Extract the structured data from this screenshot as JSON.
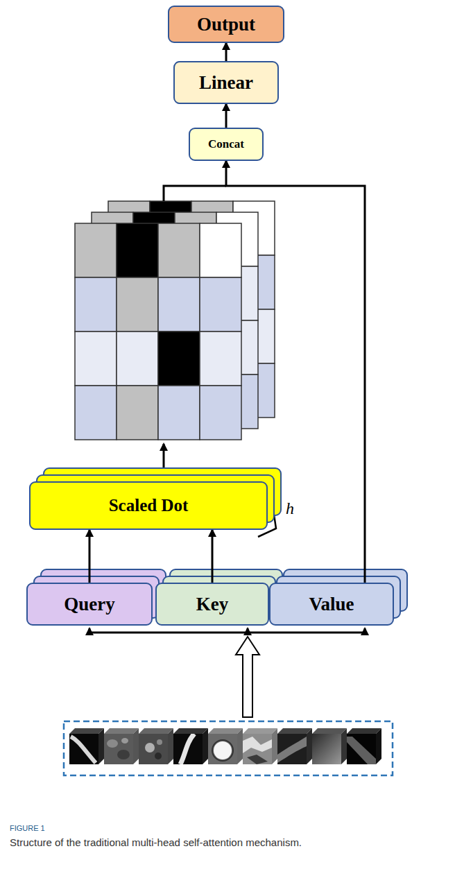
{
  "diagram": {
    "caption": "Structure of the traditional multi-head self-attention mechanism.",
    "nodes": [
      {
        "text": [
          "Output"
        ]
      },
      {
        "text": [
          "Linear"
        ]
      },
      {
        "text": [
          "Concat"
        ]
      },
      {
        "text": [
          "Scaled Dot"
        ]
      },
      {
        "text": [
          "Query"
        ]
      },
      {
        "text": [
          "Key"
        ]
      },
      {
        "text": [
          "Value"
        ]
      }
    ],
    "edges": [
      {
        "from": 4,
        "to": 3,
        "arrow": "to"
      },
      {
        "from": 5,
        "to": 3,
        "arrow": "to"
      },
      {
        "from": 6,
        "to": 2,
        "arrow": "to"
      },
      {
        "from": 2,
        "to": 1,
        "arrow": "to"
      },
      {
        "from": 1,
        "to": 0,
        "arrow": "to"
      }
    ],
    "labels": [
      "h",
      "FIGURE 1"
    ]
  }
}
